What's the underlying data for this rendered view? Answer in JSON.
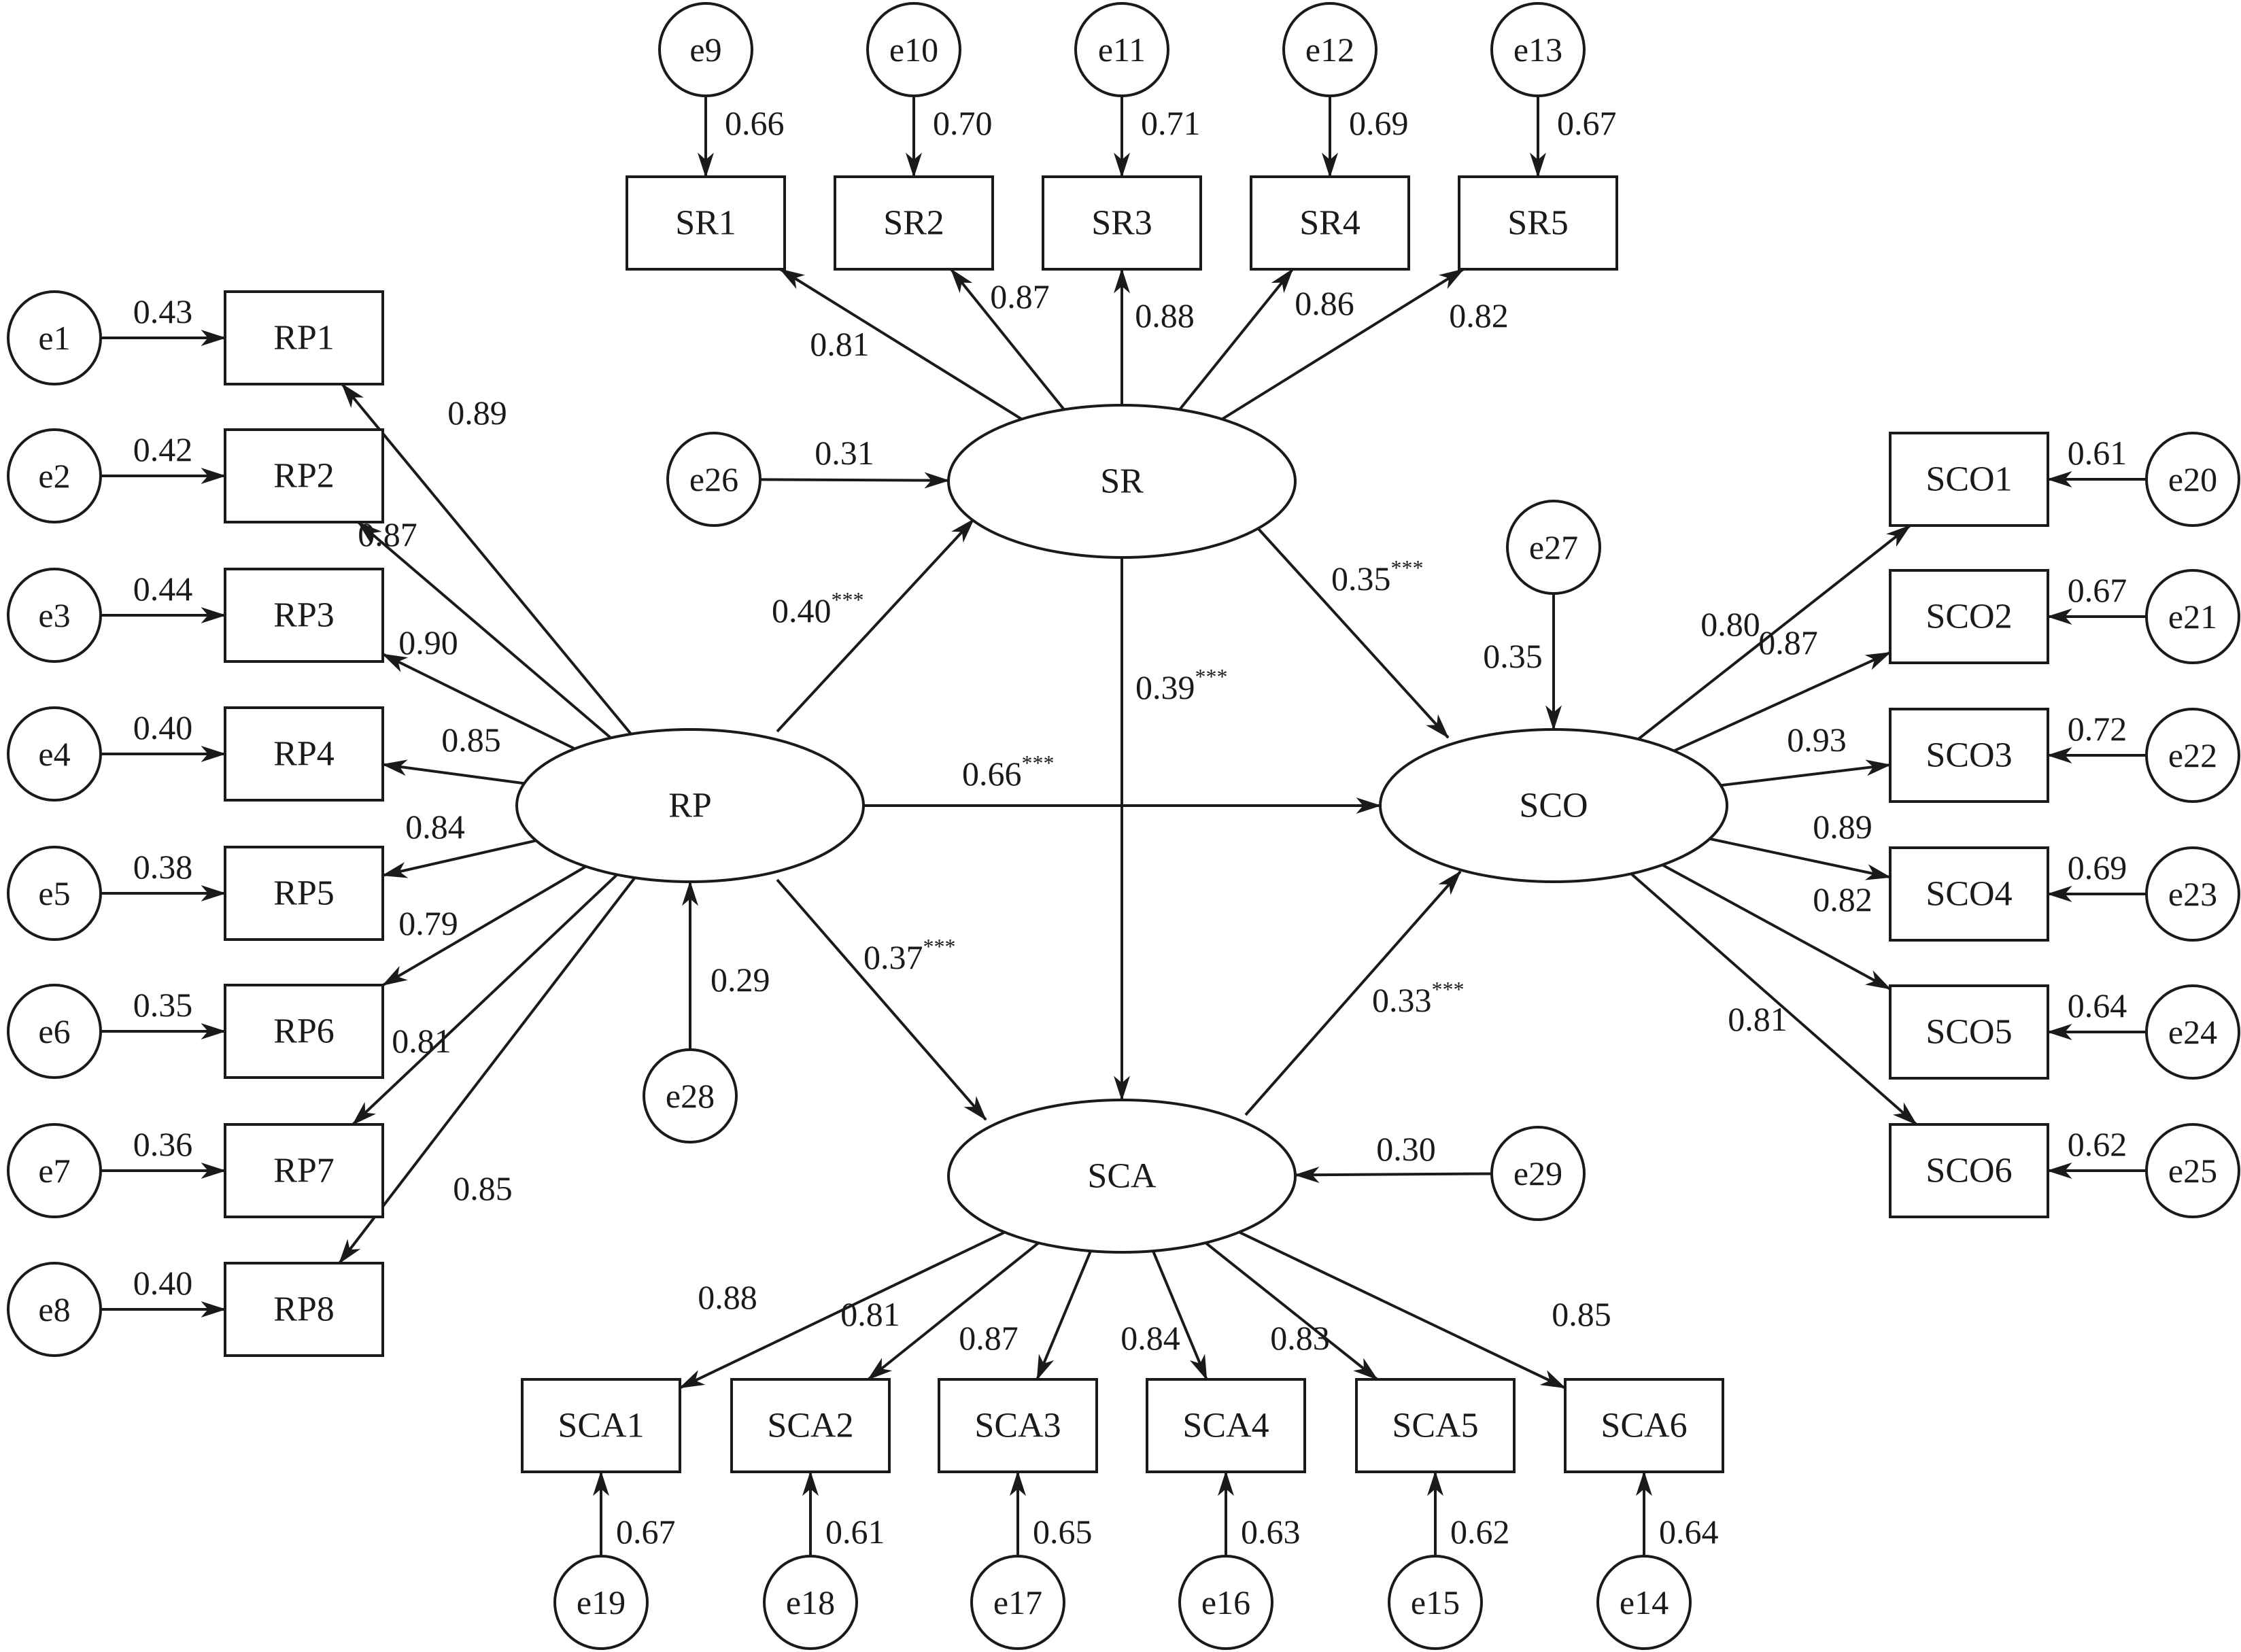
{
  "colors": {
    "ink": "#1a1a1a",
    "background": "#ffffff"
  },
  "latents": [
    {
      "id": "RP",
      "label": "RP"
    },
    {
      "id": "SR",
      "label": "SR"
    },
    {
      "id": "SCO",
      "label": "SCO"
    },
    {
      "id": "SCA",
      "label": "SCA"
    }
  ],
  "indicators": [
    {
      "id": "RP1",
      "label": "RP1",
      "factor": "RP",
      "loading": "0.89",
      "error": "e1",
      "error_value": "0.43"
    },
    {
      "id": "RP2",
      "label": "RP2",
      "factor": "RP",
      "loading": "0.87",
      "error": "e2",
      "error_value": "0.42"
    },
    {
      "id": "RP3",
      "label": "RP3",
      "factor": "RP",
      "loading": "0.90",
      "error": "e3",
      "error_value": "0.44"
    },
    {
      "id": "RP4",
      "label": "RP4",
      "factor": "RP",
      "loading": "0.85",
      "error": "e4",
      "error_value": "0.40"
    },
    {
      "id": "RP5",
      "label": "RP5",
      "factor": "RP",
      "loading": "0.84",
      "error": "e5",
      "error_value": "0.38"
    },
    {
      "id": "RP6",
      "label": "RP6",
      "factor": "RP",
      "loading": "0.79",
      "error": "e6",
      "error_value": "0.35"
    },
    {
      "id": "RP7",
      "label": "RP7",
      "factor": "RP",
      "loading": "0.81",
      "error": "e7",
      "error_value": "0.36"
    },
    {
      "id": "RP8",
      "label": "RP8",
      "factor": "RP",
      "loading": "0.85",
      "error": "e8",
      "error_value": "0.40"
    },
    {
      "id": "SR1",
      "label": "SR1",
      "factor": "SR",
      "loading": "0.81",
      "error": "e9",
      "error_value": "0.66"
    },
    {
      "id": "SR2",
      "label": "SR2",
      "factor": "SR",
      "loading": "0.87",
      "error": "e10",
      "error_value": "0.70"
    },
    {
      "id": "SR3",
      "label": "SR3",
      "factor": "SR",
      "loading": "0.88",
      "error": "e11",
      "error_value": "0.71"
    },
    {
      "id": "SR4",
      "label": "SR4",
      "factor": "SR",
      "loading": "0.86",
      "error": "e12",
      "error_value": "0.69"
    },
    {
      "id": "SR5",
      "label": "SR5",
      "factor": "SR",
      "loading": "0.82",
      "error": "e13",
      "error_value": "0.67"
    },
    {
      "id": "SCO1",
      "label": "SCO1",
      "factor": "SCO",
      "loading": "0.80",
      "error": "e20",
      "error_value": "0.61"
    },
    {
      "id": "SCO2",
      "label": "SCO2",
      "factor": "SCO",
      "loading": "0.87",
      "error": "e21",
      "error_value": "0.67"
    },
    {
      "id": "SCO3",
      "label": "SCO3",
      "factor": "SCO",
      "loading": "0.93",
      "error": "e22",
      "error_value": "0.72"
    },
    {
      "id": "SCO4",
      "label": "SCO4",
      "factor": "SCO",
      "loading": "0.89",
      "error": "e23",
      "error_value": "0.69"
    },
    {
      "id": "SCO5",
      "label": "SCO5",
      "factor": "SCO",
      "loading": "0.82",
      "error": "e24",
      "error_value": "0.64"
    },
    {
      "id": "SCO6",
      "label": "SCO6",
      "factor": "SCO",
      "loading": "0.81",
      "error": "e25",
      "error_value": "0.62"
    },
    {
      "id": "SCA1",
      "label": "SCA1",
      "factor": "SCA",
      "loading": "0.88",
      "error": "e19",
      "error_value": "0.67"
    },
    {
      "id": "SCA2",
      "label": "SCA2",
      "factor": "SCA",
      "loading": "0.81",
      "error": "e18",
      "error_value": "0.61"
    },
    {
      "id": "SCA3",
      "label": "SCA3",
      "factor": "SCA",
      "loading": "0.87",
      "error": "e17",
      "error_value": "0.65"
    },
    {
      "id": "SCA4",
      "label": "SCA4",
      "factor": "SCA",
      "loading": "0.84",
      "error": "e16",
      "error_value": "0.63"
    },
    {
      "id": "SCA5",
      "label": "SCA5",
      "factor": "SCA",
      "loading": "0.83",
      "error": "e15",
      "error_value": "0.62"
    },
    {
      "id": "SCA6",
      "label": "SCA6",
      "factor": "SCA",
      "loading": "0.85",
      "error": "e14",
      "error_value": "0.64"
    }
  ],
  "structural_errors": [
    {
      "id": "e26",
      "label": "e26",
      "target": "SR",
      "value": "0.31"
    },
    {
      "id": "e27",
      "label": "e27",
      "target": "SCO",
      "value": "0.35"
    },
    {
      "id": "e28",
      "label": "e28",
      "target": "RP",
      "value": "0.29"
    },
    {
      "id": "e29",
      "label": "e29",
      "target": "SCA",
      "value": "0.30"
    }
  ],
  "paths": [
    {
      "from": "RP",
      "to": "SR",
      "value": "0.40",
      "sig": "***"
    },
    {
      "from": "RP",
      "to": "SCO",
      "value": "0.66",
      "sig": "***"
    },
    {
      "from": "RP",
      "to": "SCA",
      "value": "0.37",
      "sig": "***"
    },
    {
      "from": "SR",
      "to": "SCO",
      "value": "0.35",
      "sig": "***"
    },
    {
      "from": "SR",
      "to": "SCA",
      "value": "0.39",
      "sig": "***"
    },
    {
      "from": "SCA",
      "to": "SCO",
      "value": "0.33",
      "sig": "***"
    }
  ]
}
